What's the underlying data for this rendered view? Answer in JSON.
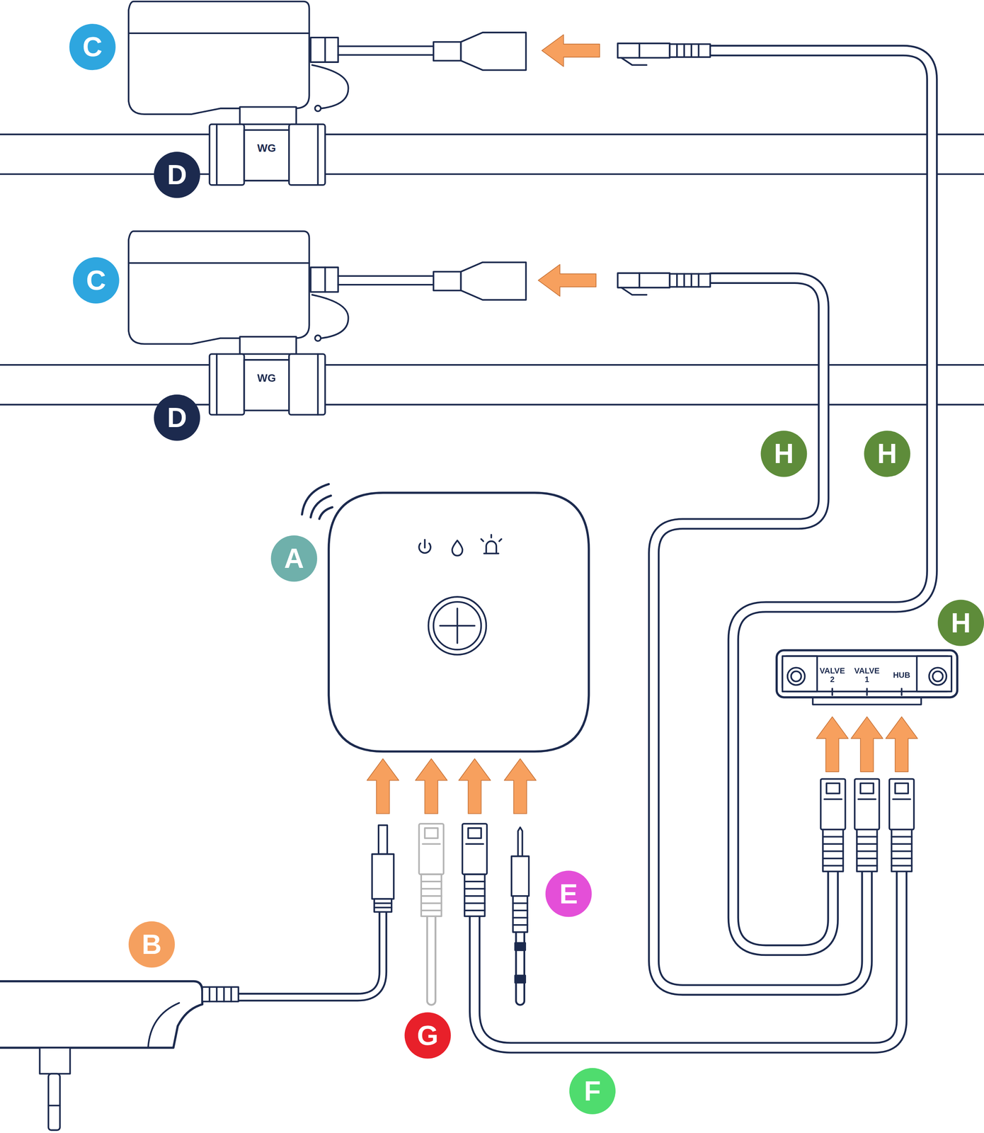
{
  "diagram": {
    "nodes": [
      {
        "text": [
          "WG"
        ]
      },
      {
        "text": [
          "WG"
        ]
      },
      {
        "text": [
          "VALVE 2",
          "VALVE 1",
          "HUB"
        ]
      }
    ],
    "labels": [
      "C",
      "D",
      "C",
      "D",
      "H",
      "H",
      "A",
      "H",
      "B",
      "E",
      "G",
      "F"
    ]
  }
}
